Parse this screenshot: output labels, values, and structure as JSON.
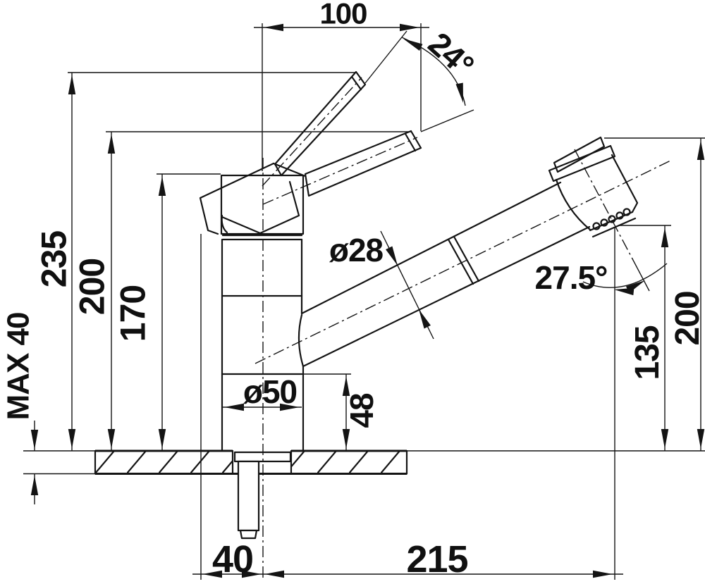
{
  "drawing": {
    "dims": {
      "top_offset": "100",
      "lever_angle": "24°",
      "total_height": "235",
      "lever_height": "200",
      "body_height": "170",
      "counter_max_thickness": "MAX 40",
      "spout_diameter": "ø28",
      "base_diameter": "ø50",
      "spout_underside_height": "48",
      "spray_angle": "27.5°",
      "outlet_height": "135",
      "head_top_height": "200",
      "rear_offset": "40",
      "front_reach": "215"
    }
  }
}
